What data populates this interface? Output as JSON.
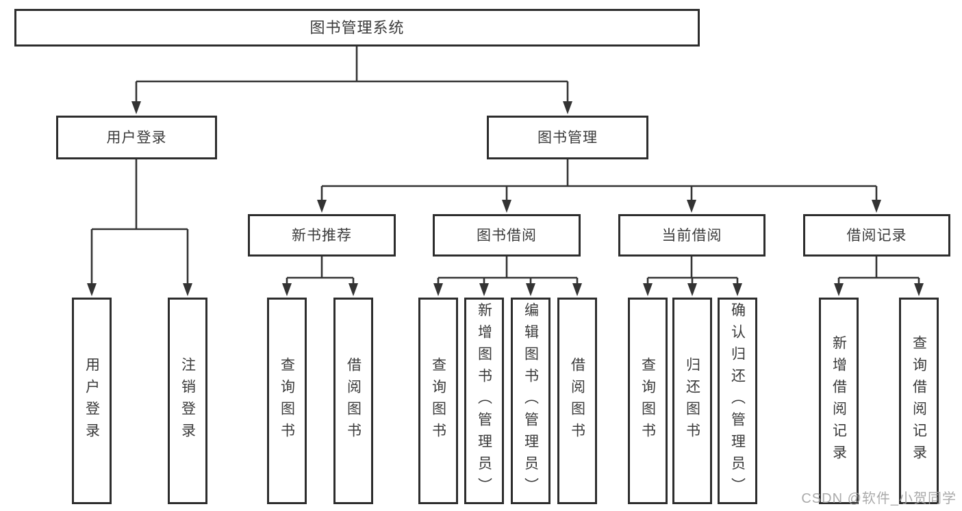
{
  "diagram": {
    "type": "hierarchy-tree",
    "colors": {
      "box_border": "#2d2d2d",
      "connector_line": "#333333",
      "text": "#3a3a3a",
      "watermark_text": "#9e9e9e",
      "background": "#ffffff"
    },
    "root": {
      "label": "图书管理系统",
      "children": [
        {
          "label": "用户登录",
          "children": [
            {
              "label": "用户登录"
            },
            {
              "label": "注销登录"
            }
          ]
        },
        {
          "label": "图书管理",
          "children": [
            {
              "label": "新书推荐",
              "children": [
                {
                  "label": "查询图书"
                },
                {
                  "label": "借阅图书"
                }
              ]
            },
            {
              "label": "图书借阅",
              "children": [
                {
                  "label": "查询图书"
                },
                {
                  "label": "新增图书（管理员）"
                },
                {
                  "label": "编辑图书（管理员）"
                },
                {
                  "label": "借阅图书"
                }
              ]
            },
            {
              "label": "当前借阅",
              "children": [
                {
                  "label": "查询图书"
                },
                {
                  "label": "归还图书"
                },
                {
                  "label": "确认归还（管理员）"
                }
              ]
            },
            {
              "label": "借阅记录",
              "children": [
                {
                  "label": "新增借阅记录"
                },
                {
                  "label": "查询借阅记录"
                }
              ]
            }
          ]
        }
      ]
    },
    "watermark": "CSDN @软件_小贺同学"
  }
}
